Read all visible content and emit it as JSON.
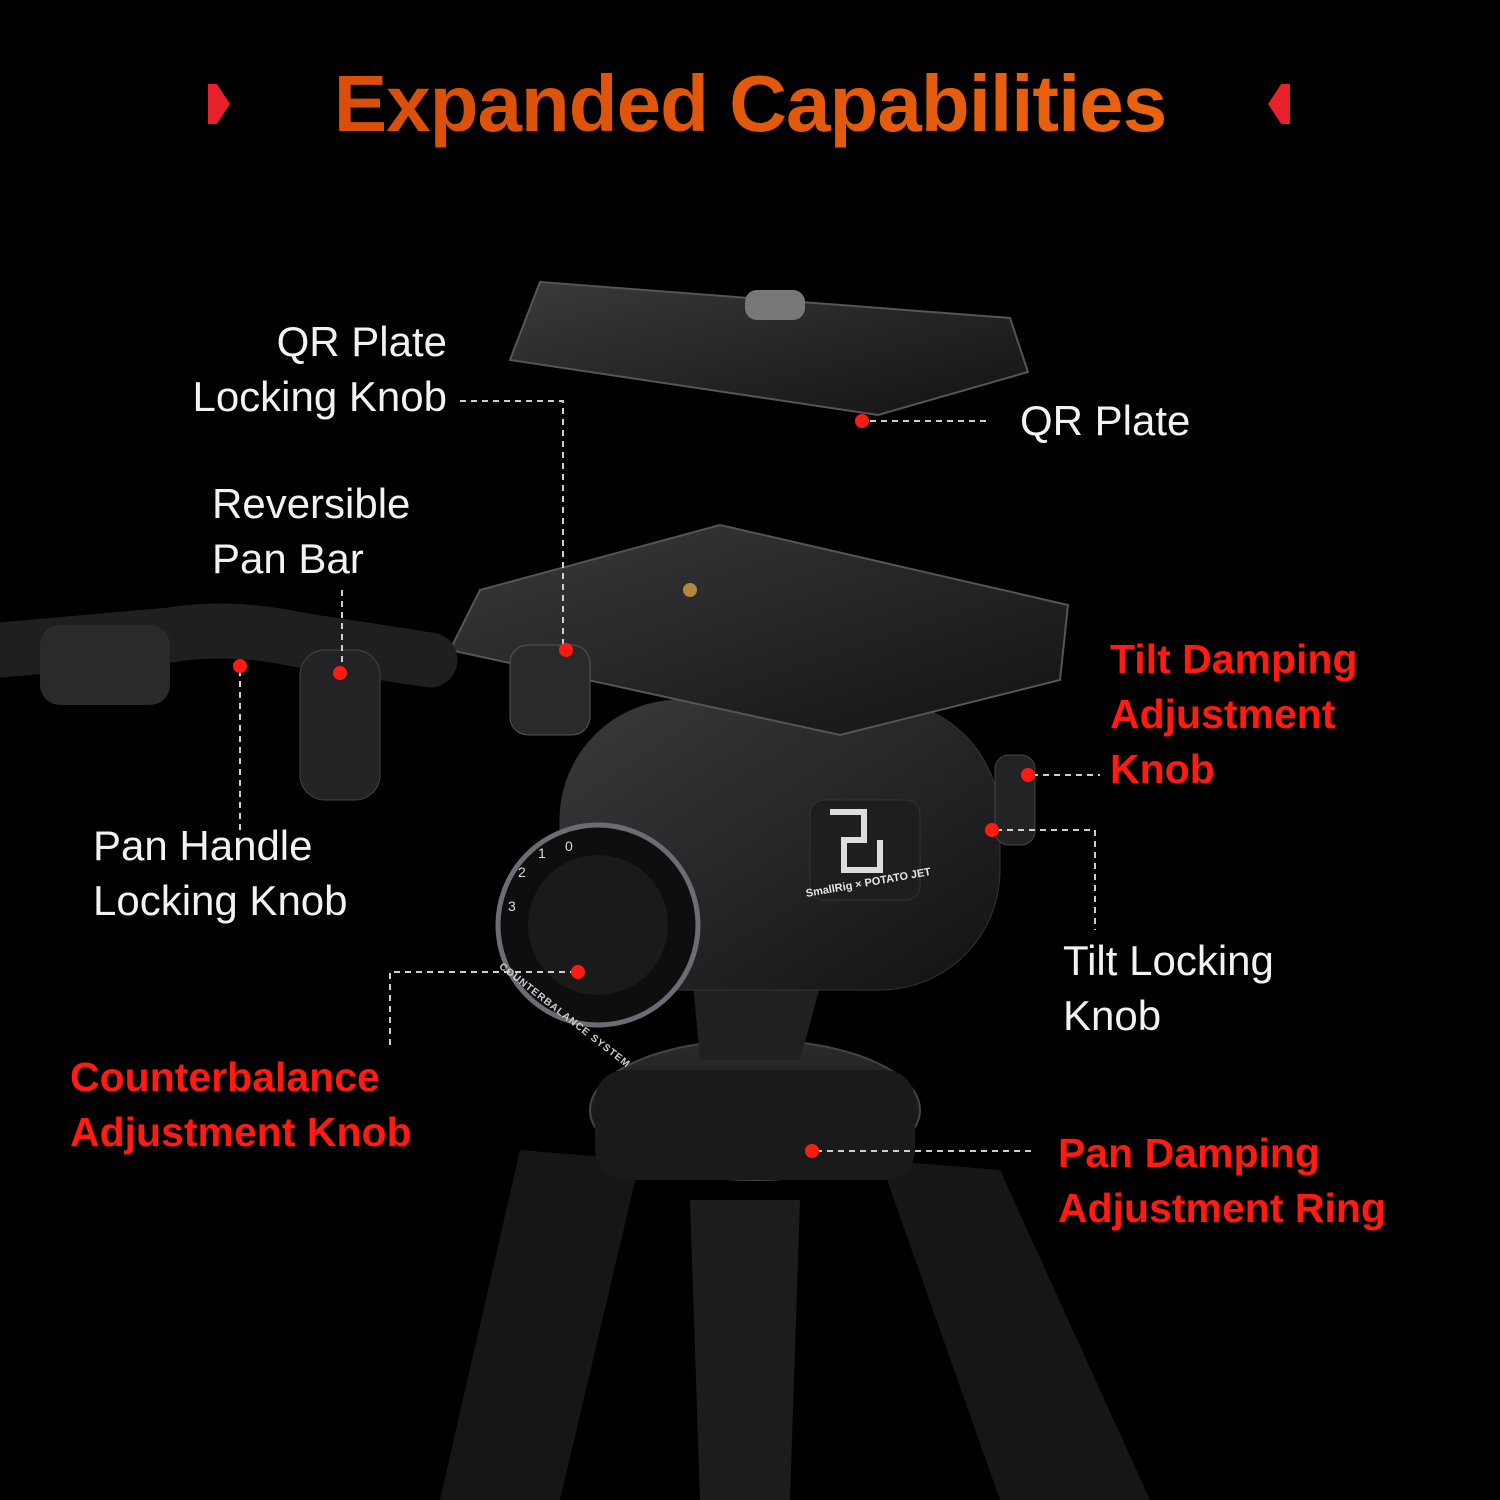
{
  "title": "Expanded Capabilities",
  "colors": {
    "title_gradient_start": "#d24606",
    "title_gradient_end": "#f26a12",
    "accent_red": "#ff1a12",
    "chevron_red": "#e8202a",
    "background": "#000000"
  },
  "labels": {
    "qr_plate_locking_knob": [
      "QR Plate",
      "Locking Knob"
    ],
    "qr_plate": [
      "QR Plate"
    ],
    "reversible_pan_bar": [
      "Reversible",
      "Pan Bar"
    ],
    "pan_handle_locking_knob": [
      "Pan Handle",
      "Locking Knob"
    ],
    "tilt_damping_knob": [
      "Tilt Damping",
      "Adjustment",
      "Knob"
    ],
    "tilt_locking_knob": [
      "Tilt Locking",
      "Knob"
    ],
    "counterbalance_knob": [
      "Counterbalance",
      "Adjustment Knob"
    ],
    "pan_damping_ring": [
      "Pan Damping",
      "Adjustment Ring"
    ]
  },
  "product_markings": {
    "brand": "SmallRig × POTATO JET",
    "dial_text": "COUNTERBALANCE SYSTEM",
    "dial_numbers": [
      "0",
      "1",
      "2",
      "3"
    ]
  }
}
